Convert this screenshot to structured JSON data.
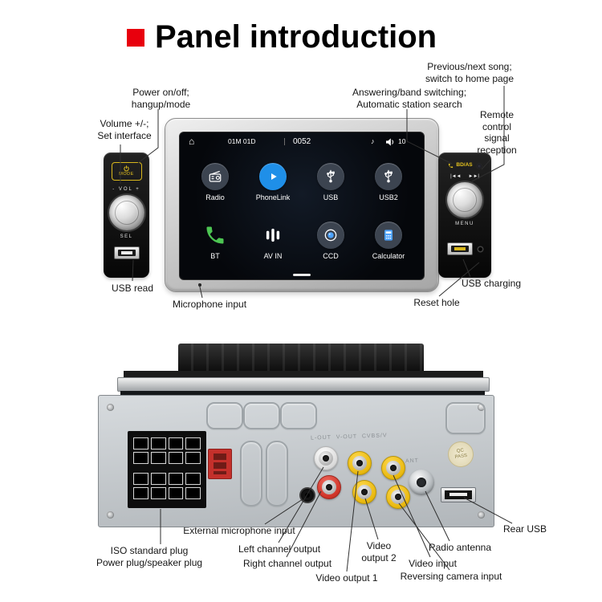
{
  "page": {
    "title": "Panel introduction"
  },
  "front": {
    "screen": {
      "home_glyph": "⌂",
      "date": "01M 01D",
      "time": "0052",
      "note_glyph": "♪",
      "volume_level": "10",
      "apps": [
        {
          "label": "Radio"
        },
        {
          "label": "PhoneLink"
        },
        {
          "label": "USB"
        },
        {
          "label": "USB2"
        },
        {
          "label": "BT"
        },
        {
          "label": "AV IN"
        },
        {
          "label": "CCD"
        },
        {
          "label": "Calculator"
        }
      ]
    },
    "left_panel": {
      "mode": "MODE",
      "vol": "- VOL +",
      "sel": "SEL"
    },
    "right_panel": {
      "bdas": "BD/AS",
      "prev": "|◄◄",
      "next": "►►|",
      "menu": "MENU"
    },
    "callouts": {
      "prev_next": "Previous/next song;\nswitch to home page",
      "power": "Power on/off;\nhangup/mode",
      "volume": "Volume +/-;\nSet interface",
      "answering": "Answering/band switching;\nAutomatic station search",
      "remote": "Remote\ncontrol\nsignal\nreception",
      "usb_read": "USB read",
      "microphone": "Microphone input",
      "usb_charging": "USB charging",
      "reset": "Reset hole"
    }
  },
  "rear": {
    "stamped": {
      "jack_row": "L-OUT  V-OUT  CVBS/V",
      "ant": "ANT",
      "sticker": "QC\nPASS"
    },
    "callouts": {
      "ext_mic": "External microphone input",
      "iso": "ISO standard plug\nPower plug/speaker plug",
      "left_ch": "Left channel output",
      "right_ch": "Right channel output",
      "video_out1": "Video output 1",
      "video_out2": "Video\noutput 2",
      "video_in": "Video input",
      "antenna": "Radio antenna",
      "reversing": "Reversing camera input",
      "rear_usb": "Rear USB"
    }
  }
}
